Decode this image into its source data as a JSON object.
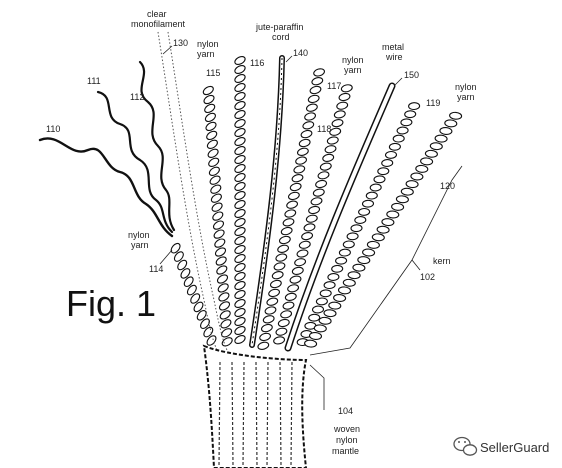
{
  "figure": {
    "title": "Fig. 1"
  },
  "labels": {
    "clear_monofilament_line1": "clear",
    "clear_monofilament_line2": "monofilament",
    "ref_130": "130",
    "jute_paraffin_line1": "jute-paraffin",
    "jute_paraffin_line2": "cord",
    "ref_140": "140",
    "nylon_yarn_115_line1": "nylon",
    "nylon_yarn_115_line2": "yarn",
    "ref_115": "115",
    "ref_116": "116",
    "nylon_yarn_117_line1": "nylon",
    "nylon_yarn_117_line2": "yarn",
    "ref_117": "117",
    "metal_wire_line1": "metal",
    "metal_wire_line2": "wire",
    "ref_150": "150",
    "ref_119": "119",
    "nylon_yarn_120_line1": "nylon",
    "nylon_yarn_120_line2": "yarn",
    "ref_120": "120",
    "ref_118": "118",
    "ref_111": "111",
    "ref_112": "112",
    "ref_110": "110",
    "nylon_yarn_114_line1": "nylon",
    "nylon_yarn_114_line2": "yarn",
    "ref_114": "114",
    "kern_label": "kern",
    "ref_102": "102",
    "ref_104": "104",
    "mantle_line1": "woven",
    "mantle_line2": "nylon",
    "mantle_line3": "mantle"
  },
  "watermark": {
    "text": "SellerGuard",
    "icon": "wechat-icon"
  },
  "colors": {
    "ink": "#111111",
    "background": "#ffffff"
  }
}
